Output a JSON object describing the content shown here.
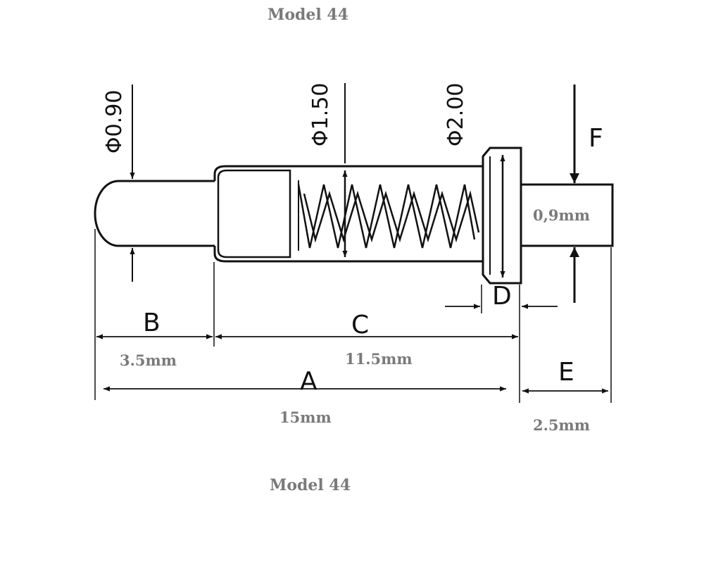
{
  "caption_top": "Model 44",
  "caption_bottom": "Model 44",
  "diameters": {
    "tip": "Φ0.90",
    "barrel": "Φ1.50",
    "collar": "Φ2.00"
  },
  "dimensions": {
    "A": {
      "letter": "A",
      "value": "15mm"
    },
    "B": {
      "letter": "B",
      "value": "3.5mm"
    },
    "C": {
      "letter": "C",
      "value": "11.5mm"
    },
    "D": {
      "letter": "D"
    },
    "E": {
      "letter": "E",
      "value": "2.5mm"
    },
    "F": {
      "letter": "F",
      "value": "0,9mm"
    }
  },
  "icons": [
    "dimension-arrow-icon",
    "spring-icon"
  ]
}
